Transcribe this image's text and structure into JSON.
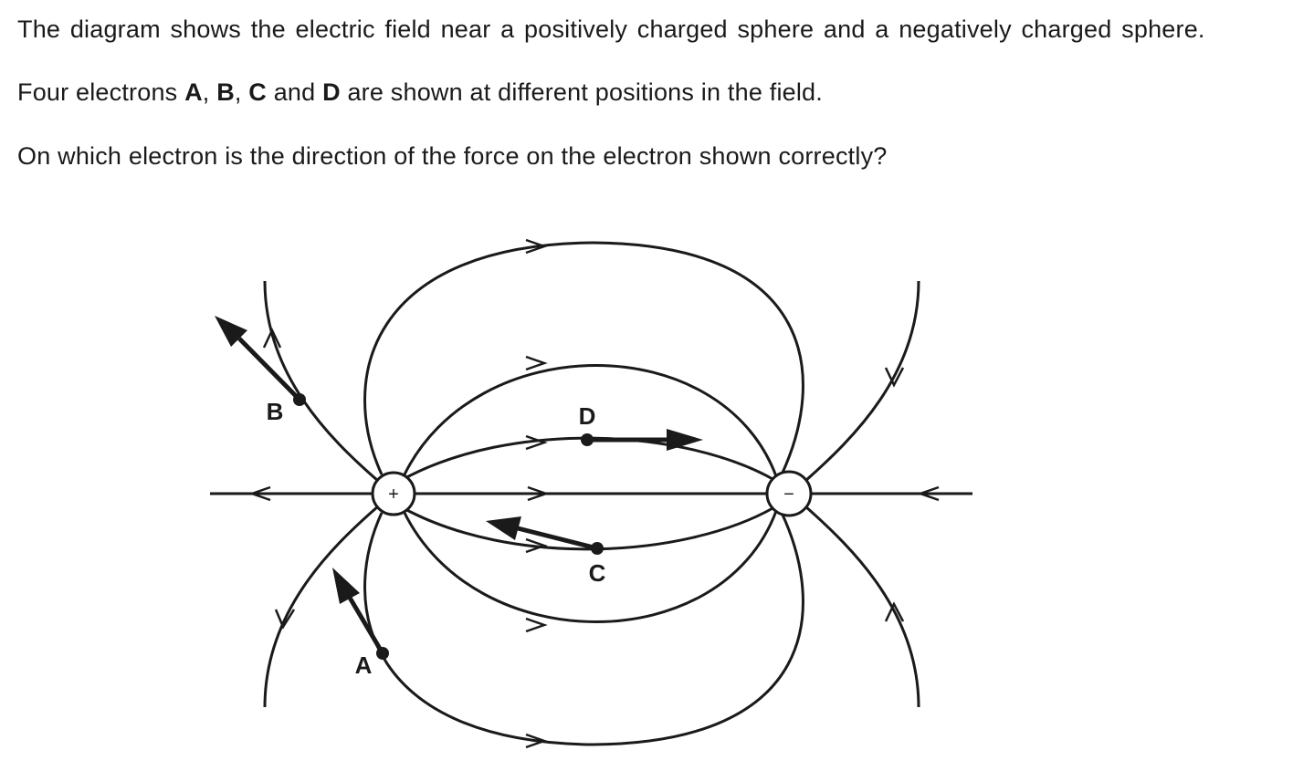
{
  "question": {
    "intro": "The diagram shows the electric field near a positively charged sphere and a negatively charged sphere.",
    "p2_before": "Four electrons ",
    "p2_a": "A",
    "p2_sep1": ", ",
    "p2_b": "B",
    "p2_sep2": ", ",
    "p2_c": "C",
    "p2_and": " and ",
    "p2_d": "D",
    "p2_after": " are shown at different positions in the field.",
    "prompt": "On which electron is the direction of the force on the electron shown correctly?"
  },
  "diagram": {
    "positive_sign": "+",
    "negative_sign": "−",
    "electrons": [
      {
        "label": "A"
      },
      {
        "label": "B"
      },
      {
        "label": "C"
      },
      {
        "label": "D"
      }
    ]
  }
}
